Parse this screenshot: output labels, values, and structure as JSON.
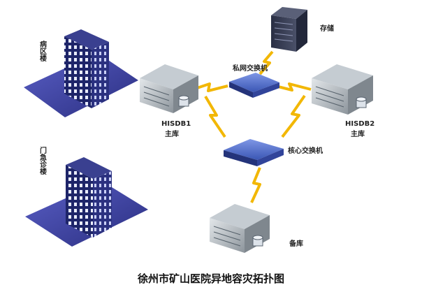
{
  "title": "徐州市矿山医院异地容灾拓扑图",
  "buildings": {
    "ward": "病区楼",
    "outpatient": "门急诊楼"
  },
  "nodes": {
    "storage": "存储",
    "private_switch": "私网交换机",
    "core_switch": "核心交换机",
    "hisdb1_name": "HISDB1",
    "hisdb1_role": "主库",
    "hisdb2_name": "HISDB2",
    "hisdb2_role": "主库",
    "backup": "备库"
  },
  "colors": {
    "link": "#f2b705",
    "building_dark": "#1d2466",
    "building_window": "#e9ecff",
    "base": "#3b3f9a",
    "switch": "#3a4ea8",
    "server": "#9aa1a8"
  }
}
